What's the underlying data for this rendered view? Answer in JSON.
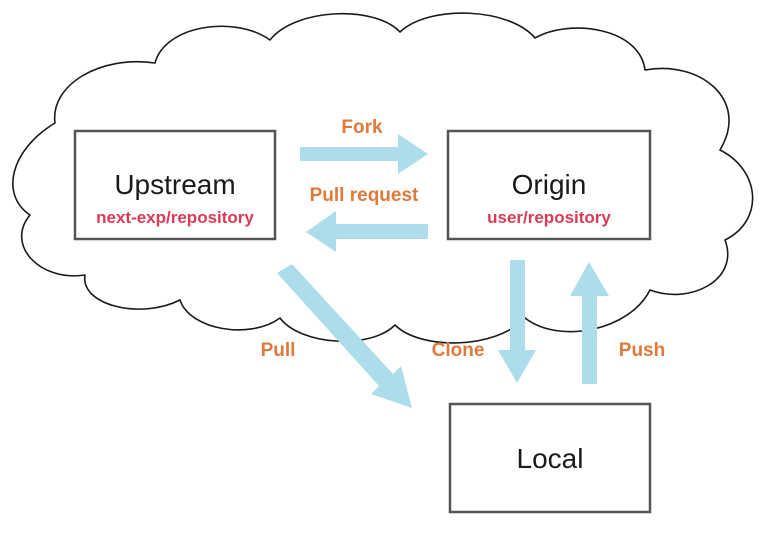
{
  "colors": {
    "arrow": "#ADDDEA",
    "label": "#E07A3A",
    "repo": "#D93B57",
    "outline": "#1a1a1a"
  },
  "nodes": {
    "upstream": {
      "title": "Upstream",
      "repo": "next-exp/repository"
    },
    "origin": {
      "title": "Origin",
      "repo": "user/repository"
    },
    "local": {
      "title": "Local"
    }
  },
  "arrows": {
    "fork": "Fork",
    "pull_request": "Pull request",
    "pull": "Pull",
    "clone": "Clone",
    "push": "Push"
  }
}
